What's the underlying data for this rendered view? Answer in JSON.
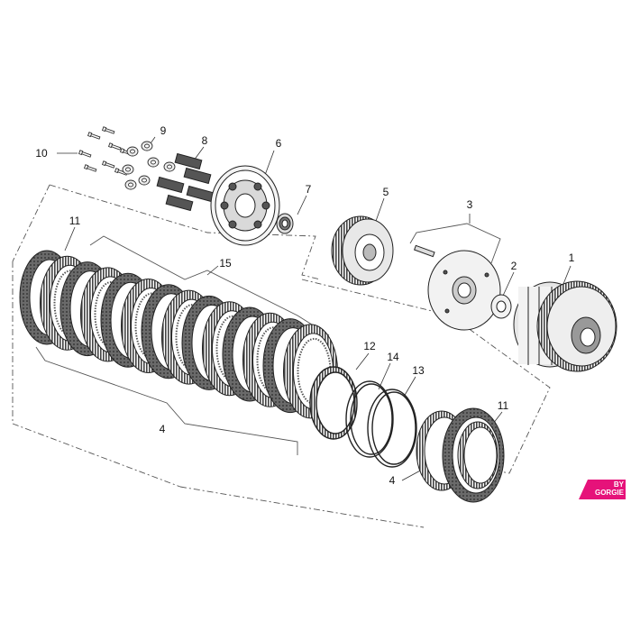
{
  "callouts": [
    "1",
    "2",
    "3",
    "4",
    "4",
    "5",
    "6",
    "7",
    "8",
    "9",
    "10",
    "11",
    "11",
    "12",
    "13",
    "14",
    "15"
  ],
  "brand": {
    "line1": "BY",
    "line2": "GORGIE"
  },
  "colors": {
    "line": "#222222",
    "gear": "#555555",
    "friction": "#3a3a3a",
    "dashed": "#555555",
    "brand": "#e6127a"
  }
}
